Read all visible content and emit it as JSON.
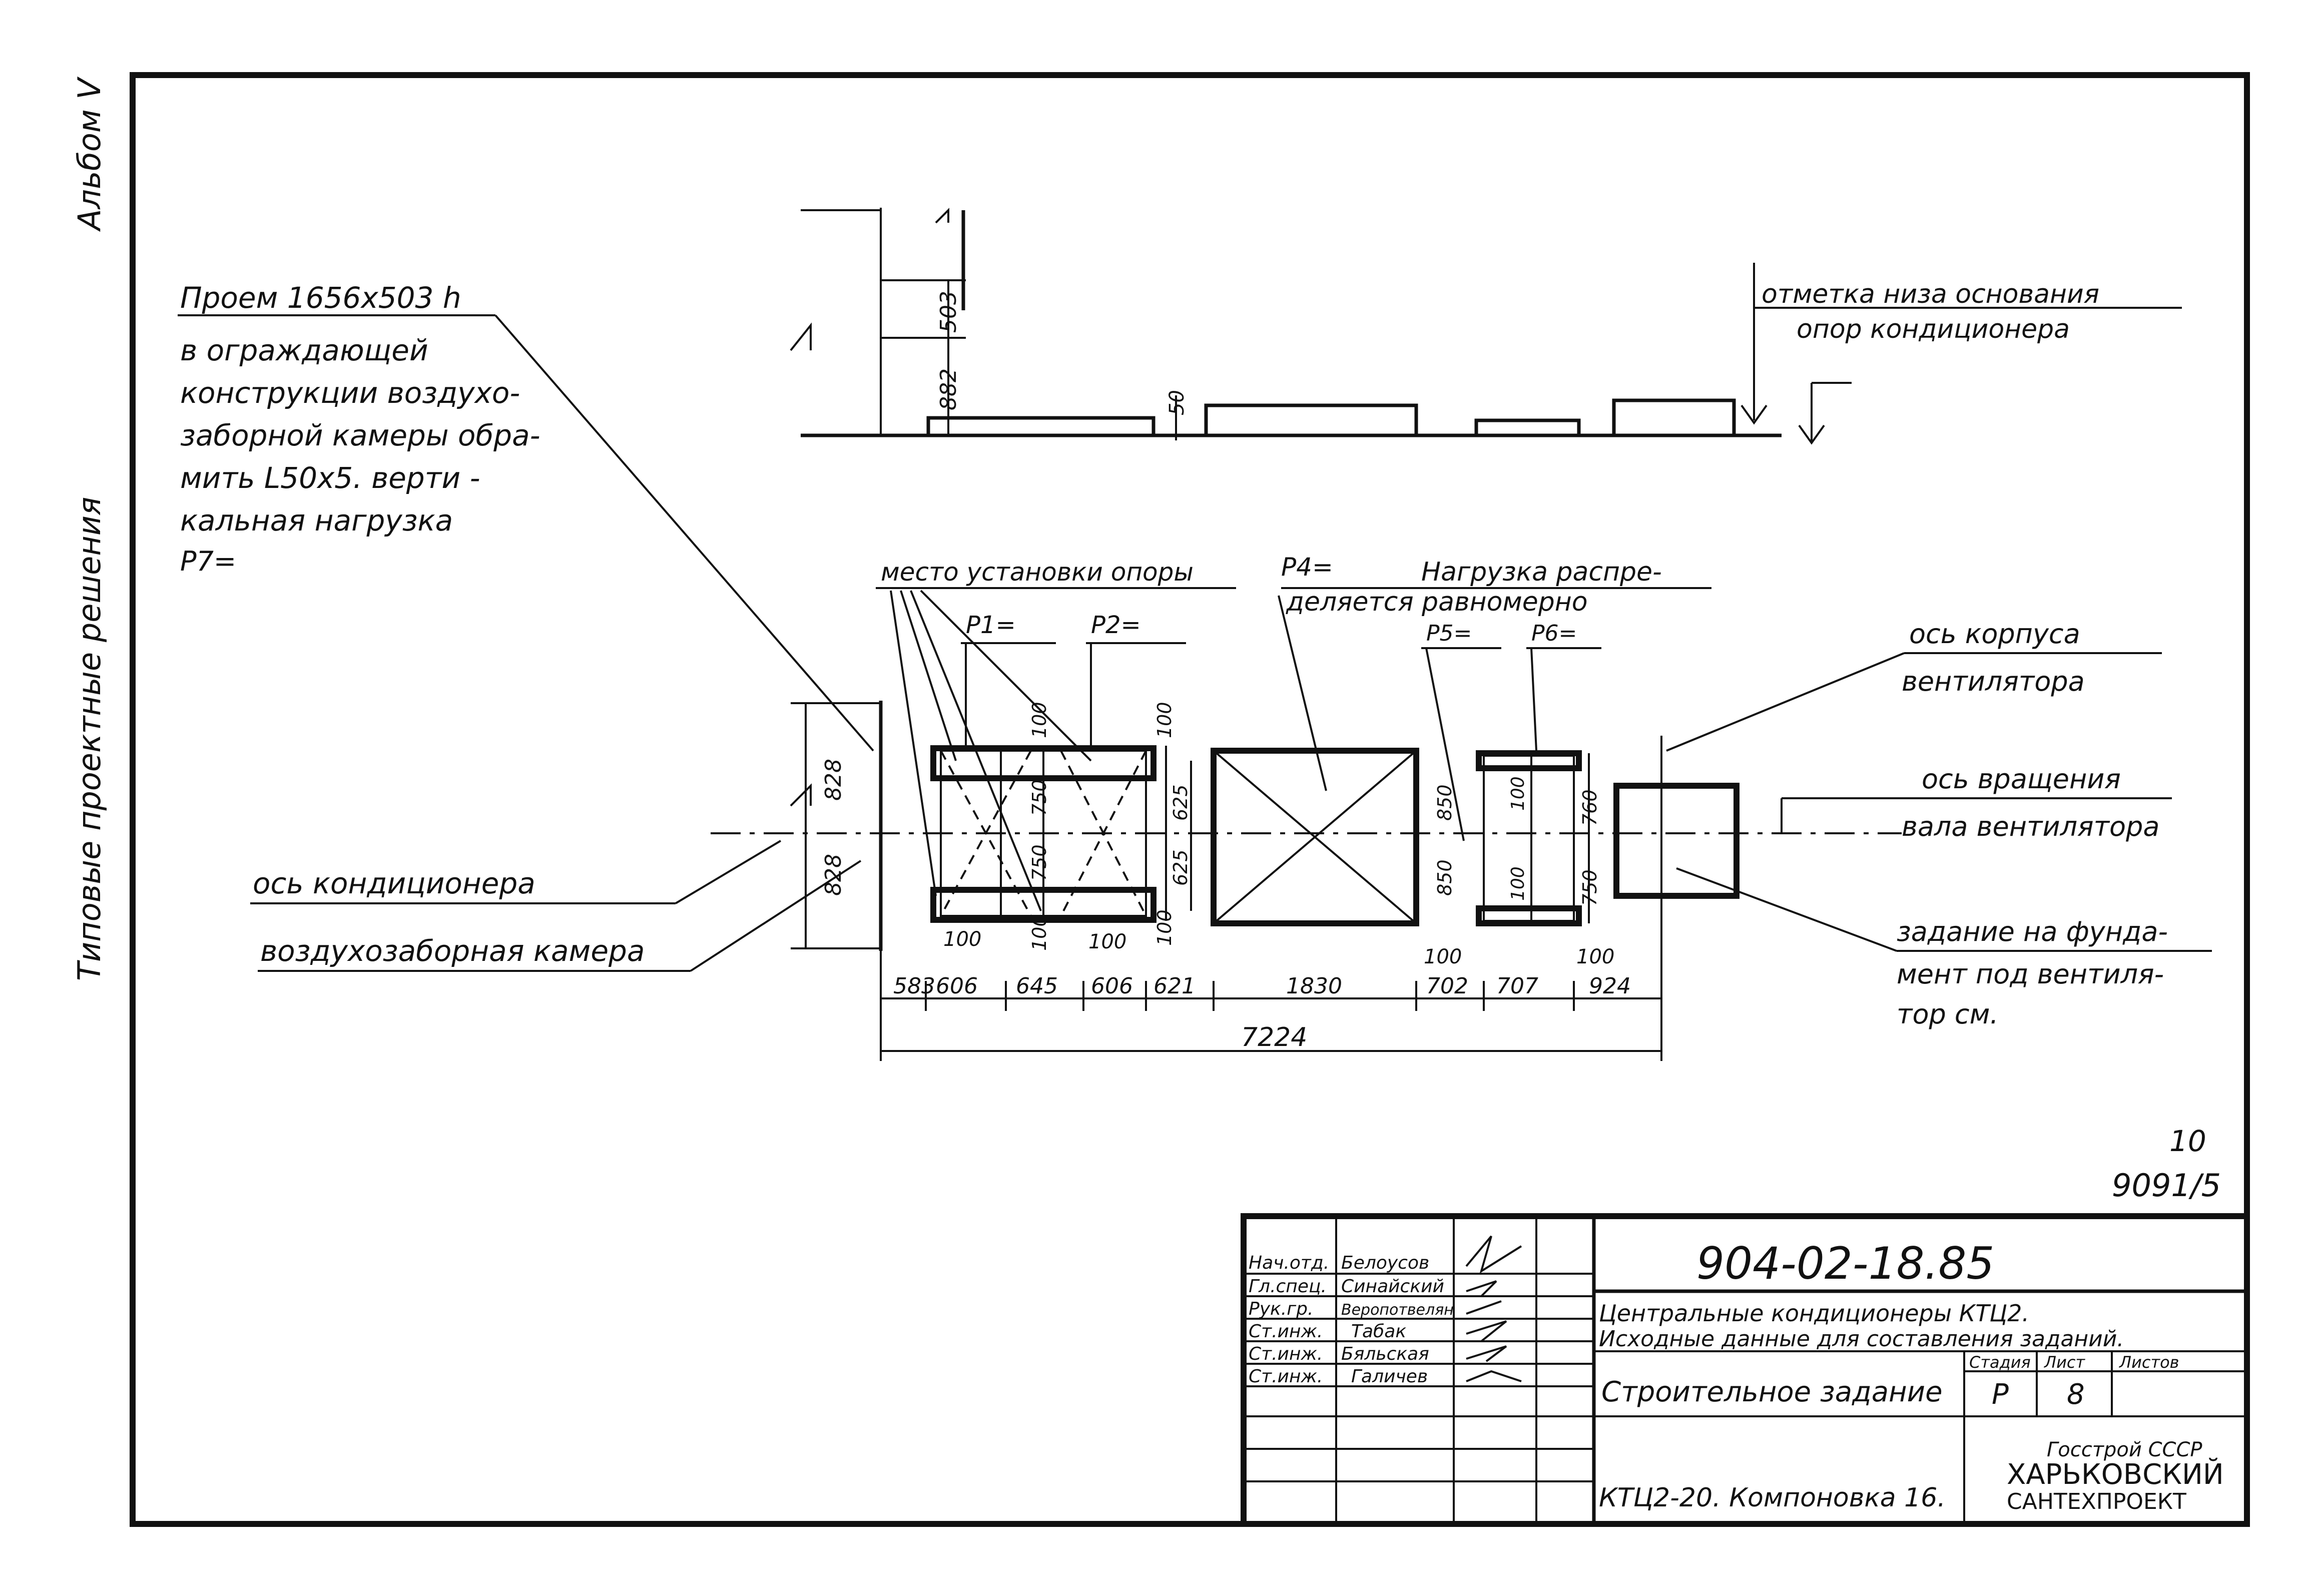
{
  "side": {
    "album": "Альбом V",
    "series": "Типовые проектные решения"
  },
  "elevation": {
    "dim_503": "503",
    "dim_882": "882",
    "dim_50": "50",
    "mark_line1": "отметка низа основания",
    "mark_line2": "опор кондиционера"
  },
  "opening": {
    "title": "Проем 1656х503 h",
    "lines": [
      "в ограждающей",
      "конструкции воздухо-",
      "заборной камеры обра-",
      "мить L50х5. верти -",
      "кальная нагрузка",
      "P7="
    ]
  },
  "plan": {
    "support_places": "место установки опоры",
    "p1": "P1=",
    "p2": "P2=",
    "p4": "P4=",
    "load_line1": "Нагрузка распре-",
    "load_line2": "деляется равномерно",
    "p5": "P5=",
    "p6": "P6=",
    "fan_axis_1": "ось корпуса",
    "fan_axis_2": "вентилятора",
    "rot_axis_1": "ось вращения",
    "rot_axis_2": "вала вентилятора",
    "foundation_1": "задание на фунда-",
    "foundation_2": "мент под вентиля-",
    "foundation_3": "тор см.",
    "cond_axis": "ось кондиционера",
    "intake": "воздухозаборная камера",
    "dim_828a": "828",
    "dim_828b": "828",
    "d100": "100",
    "d750": "750",
    "d625": "625",
    "d850": "850",
    "d760": "760",
    "bottom_dims": [
      "583",
      "606",
      "645",
      "606",
      "621",
      "1830",
      "702",
      "707",
      "924"
    ],
    "total": "7224"
  },
  "corner": {
    "page_num": "10",
    "inv": "9091/5"
  },
  "stamp": {
    "code": "904-02-18.85",
    "roles": [
      "Нач.отд.",
      "Гл.спец.",
      "Рук.гр.",
      "Ст.инж.",
      "Ст.инж.",
      "Ст.инж."
    ],
    "names": [
      "Белоусов",
      "Синайский",
      "Веропотвелян",
      "Табак",
      "Бяльская",
      "Галичев"
    ],
    "title1": "Центральные кондиционеры КТЦ2.",
    "title2": "Исходные данные для составления заданий.",
    "sheet_title": "Строительное задание",
    "stage_h": "Стадия",
    "sheet_h": "Лист",
    "sheets_h": "Листов",
    "stage": "Р",
    "sheet": "8",
    "layout": "КТЦ2-20. Компоновка 16.",
    "org1": "Госстрой СССР",
    "org2": "ХАРЬКОВСКИЙ",
    "org3": "САНТЕХПРОЕКТ"
  }
}
